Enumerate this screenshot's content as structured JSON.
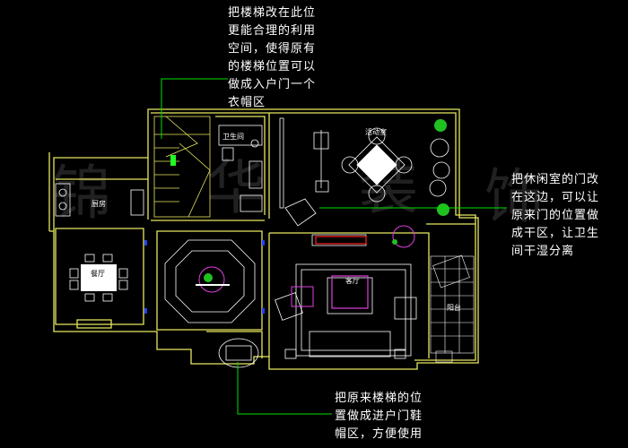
{
  "annotations": {
    "top": "把楼梯改在此位\n更能合理的利用\n空间，使得原有\n的楼梯位置可以\n做成入户门一个\n衣帽区",
    "right": "把休闲室的门改\n在这边，可以让\n原来门的位置做\n成干区，让卫生\n间干湿分离",
    "bottom": "把原来楼梯的位\n置做成进户门鞋\n帽区，方便使用"
  },
  "rooms": {
    "bathroom": "卫生间",
    "leisure": "活动室",
    "kitchen": "厨房",
    "dining": "餐厅",
    "living": "客厅",
    "balcony": "阳台"
  },
  "watermark": [
    "锦",
    "华",
    "装",
    "饰"
  ],
  "colors": {
    "wall": "#e8e860",
    "leader": "#00e000",
    "furniture": "#ffffff",
    "magenta": "#e040e0",
    "red": "#ff2020",
    "blue": "#2040ff",
    "green": "#20c020"
  }
}
